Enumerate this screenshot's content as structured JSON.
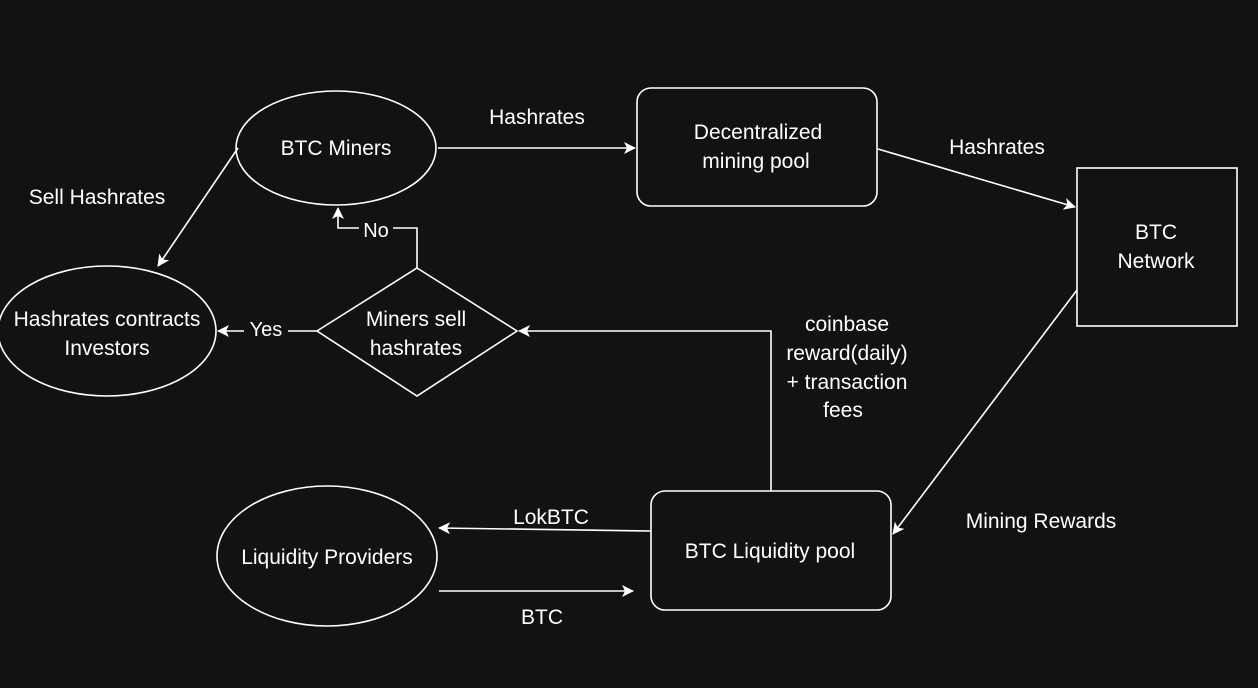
{
  "nodes": {
    "btc_miners": "BTC Miners",
    "mining_pool": [
      "Decentralized",
      "mining pool"
    ],
    "btc_network": [
      "BTC",
      "Network"
    ],
    "hashrate_investors": [
      "Hashrates contracts",
      "Investors"
    ],
    "miners_sell": [
      "Miners sell",
      "hashrates"
    ],
    "liquidity_providers": "Liquidity Providers",
    "liquidity_pool": "BTC Liquidity pool"
  },
  "edges": {
    "miners_to_pool": "Hashrates",
    "pool_to_network": "Hashrates",
    "sell_hashrates": "Sell Hashrates",
    "no": "No",
    "yes": "Yes",
    "reward": [
      "coinbase",
      "reward(daily)",
      "+ transaction",
      "fees"
    ],
    "mining_rewards": "Mining Rewards",
    "lokbtc": "LokBTC",
    "btc": "BTC"
  },
  "colors": {
    "background": "#121212",
    "stroke": "#ffffff",
    "text": "#ffffff"
  }
}
